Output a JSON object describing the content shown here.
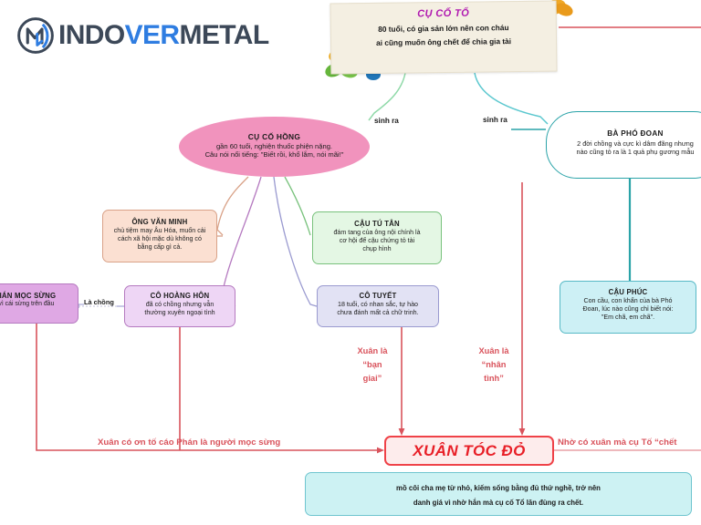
{
  "brand": {
    "name_part1": "INDOVERMETAL",
    "logo_letter": "M"
  },
  "diagram": {
    "root": {
      "title": "CỤ CỐ TỔ",
      "desc_line1": "80 tuổi, có gia sản lớn nên con cháu",
      "desc_line2": "ai cũng muốn ông chết để chia gia tài"
    },
    "nodes": [
      {
        "id": "cu-co-hong",
        "title": "CỤ CỐ HỒNG",
        "desc_line1": "gần 60 tuổi, nghiện thuốc phiện nặng.",
        "desc_line2": "Câu nói nổi tiếng: \"Biết rồi, khổ lắm, nói mãi!\""
      },
      {
        "id": "ba-pho-doan",
        "title": "BÀ PHÓ ĐOAN",
        "desc_line1": "2 đời chồng và cực kì dâm đãng nhưng",
        "desc_line2": "nào cũng tỏ ra là 1 quả phụ gương mẫu"
      },
      {
        "id": "ong-van-minh",
        "title": "ÔNG VĂN MINH",
        "desc_line1": "chủ tiệm may Âu Hóa, muốn cải",
        "desc_line2": "cách xã hội mặc dù không có",
        "desc_line3": "bằng cấp gì cả."
      },
      {
        "id": "cau-tu-tan",
        "title": "CẬU TÚ TÂN",
        "desc_line1": "đám tang của ông nội chính là",
        "desc_line2": "cơ hội để cậu chứng tỏ tài",
        "desc_line3": "chụp hình"
      },
      {
        "id": "phan-moc-sung",
        "title": "PHÁN MỌC SỪNG",
        "desc_line1": "o vì cái sừng trên đầu"
      },
      {
        "id": "co-hoang-hon",
        "title": "CÔ HOÀNG HÔN",
        "desc_line1": "đã có chồng nhưng vẫn",
        "desc_line2": "thường xuyên ngoại tình"
      },
      {
        "id": "co-tuyet",
        "title": "CÔ TUYẾT",
        "desc_line1": "18 tuổi, có nhan sắc, tự hào",
        "desc_line2": "chưa đánh mất cả chữ trinh."
      },
      {
        "id": "cau-phuc",
        "title": "CẬU PHÚC",
        "desc_line1": "Con cầu, con khẩn của bà Phó",
        "desc_line2": "Đoan, lúc nào cũng chỉ biết nói:",
        "desc_line3": "\"Em chã, em chã\"."
      }
    ],
    "center": {
      "title": "XUÂN TÓC ĐỎ",
      "desc_line1": "mồ côi cha mẹ từ nhỏ, kiếm sống bằng đủ thứ nghề, trở nên",
      "desc_line2": "danh giá vì nhờ hắn mà cụ cố Tổ lăn đùng ra chết."
    },
    "edge_labels": {
      "sinh_ra_1": "sinh ra",
      "sinh_ra_2": "sinh ra",
      "la_chong": "Là chồng",
      "xuan_ban_giai": "Xuân là “bạn giai”",
      "xuan_nhan_tinh": "Xuân là “nhân tình”",
      "bottom_left": "Xuân có ơn tố cáo Phán là người mọc sừng",
      "bottom_right": "Nhờ có xuân mà cụ Tố “chết"
    }
  },
  "colors": {
    "accent_red": "#e81f27",
    "label_red": "#d9535c",
    "pink": "#f193bd",
    "cyan": "#2aa3a8",
    "green": "#79c27d",
    "purple": "#b57ac0",
    "peach": "#fbe0d2",
    "brand_blue": "#2f7de1",
    "brand_dark": "#3c4858"
  }
}
